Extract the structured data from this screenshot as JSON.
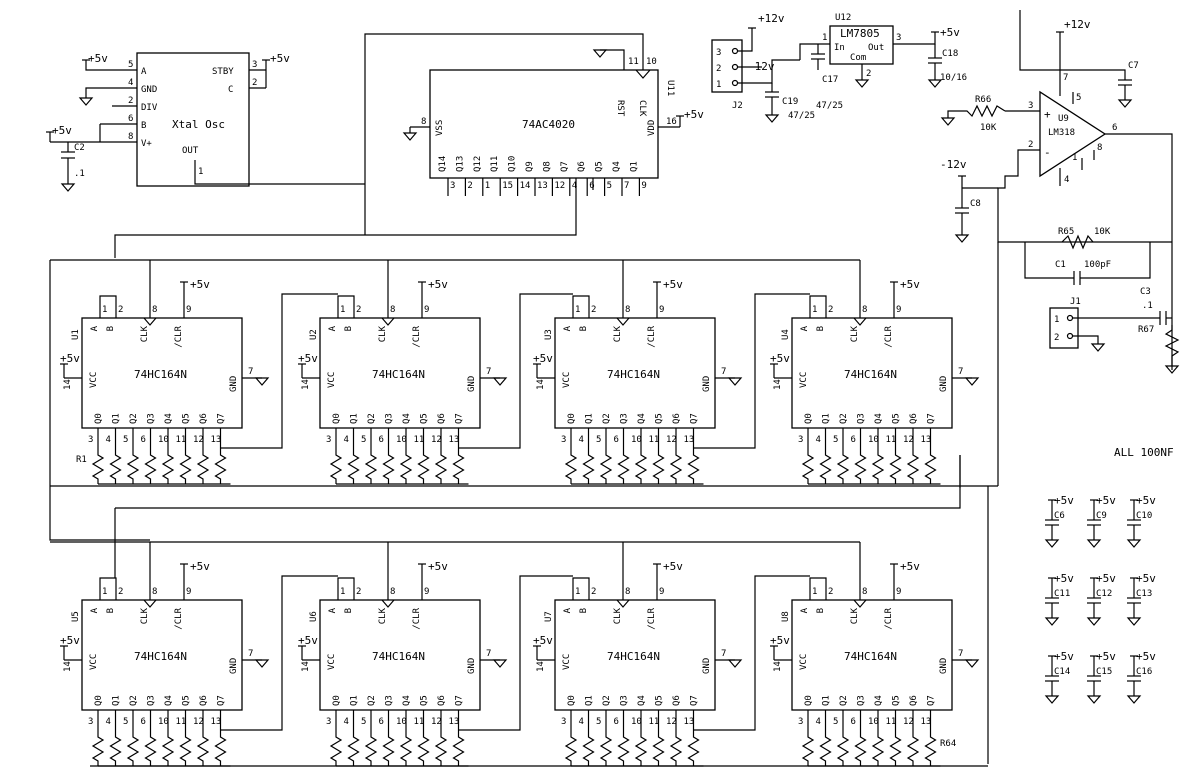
{
  "schematic": {
    "power_labels": {
      "p5": "+5v",
      "p12": "+12v",
      "m12": "-12v"
    },
    "oscillator": {
      "name": "Xtal Osc",
      "pins_left": [
        {
          "num": "5",
          "name": "A"
        },
        {
          "num": "4",
          "name": "GND"
        },
        {
          "num": "2",
          "name": "DIV"
        },
        {
          "num": "6",
          "name": "B"
        },
        {
          "num": "8",
          "name": "V+"
        }
      ],
      "pins_right": [
        {
          "num": "3",
          "name": "STBY"
        },
        {
          "num": "2",
          "name": "C"
        }
      ],
      "out_pin": {
        "num": "1",
        "name": "OUT"
      }
    },
    "counter": {
      "ref": "U11",
      "part": "74AC4020",
      "vss": {
        "num": "8",
        "name": "VSS"
      },
      "vdd": {
        "num": "16",
        "name": "VDD"
      },
      "rst": {
        "num": "11",
        "name": "RST"
      },
      "clk": {
        "num": "10",
        "name": "CLK"
      },
      "outputs": [
        {
          "name": "Q14",
          "num": "3"
        },
        {
          "name": "Q13",
          "num": "2"
        },
        {
          "name": "Q12",
          "num": "1"
        },
        {
          "name": "Q11",
          "num": "15"
        },
        {
          "name": "Q10",
          "num": "14"
        },
        {
          "name": "Q9",
          "num": "13"
        },
        {
          "name": "Q8",
          "num": "12"
        },
        {
          "name": "Q7",
          "num": "4"
        },
        {
          "name": "Q6",
          "num": "6"
        },
        {
          "name": "Q5",
          "num": "5"
        },
        {
          "name": "Q4",
          "num": "7"
        },
        {
          "name": "Q1",
          "num": "9"
        }
      ]
    },
    "shift_registers": {
      "part": "74HC164N",
      "refs": [
        "U1",
        "U2",
        "U3",
        "U4",
        "U5",
        "U6",
        "U7",
        "U8"
      ],
      "top_pins": [
        {
          "num": "1",
          "name": "A"
        },
        {
          "num": "2",
          "name": "B"
        },
        {
          "num": "8",
          "name": "CLK"
        },
        {
          "num": "9",
          "name": "/CLR"
        }
      ],
      "vcc": {
        "num": "14",
        "name": "VCC"
      },
      "gnd": {
        "num": "7",
        "name": "GND"
      },
      "outputs": [
        {
          "name": "Q0",
          "num": "3"
        },
        {
          "name": "Q1",
          "num": "4"
        },
        {
          "name": "Q2",
          "num": "5"
        },
        {
          "name": "Q3",
          "num": "6"
        },
        {
          "name": "Q4",
          "num": "10"
        },
        {
          "name": "Q5",
          "num": "11"
        },
        {
          "name": "Q6",
          "num": "12"
        },
        {
          "name": "Q7",
          "num": "13"
        }
      ]
    },
    "regulator": {
      "ref": "U12",
      "part": "LM7805",
      "in": "In",
      "out": "Out",
      "com": "Com",
      "pin_in": "1",
      "pin_out": "3",
      "pin_com": "2"
    },
    "opamp": {
      "ref": "U9",
      "part": "LM318",
      "pins": [
        "3",
        "2",
        "6",
        "7",
        "5",
        "1",
        "8",
        "4"
      ],
      "plus": "+",
      "minus": "-"
    },
    "connectors": {
      "j2": {
        "ref": "J2",
        "pins": [
          "3",
          "2",
          "1"
        ]
      },
      "j1": {
        "ref": "J1",
        "pins": [
          "1",
          "2"
        ]
      }
    },
    "labels": {
      "r1": "R1",
      "r64": "R64",
      "r65": "R65",
      "r65_val": "10K",
      "r66": "R66",
      "r66_val": "10K",
      "r67": "R67",
      "c1": "C1",
      "c1_val": "100pF",
      "c2": "C2",
      "c2_val": ".1",
      "c3": "C3",
      "c3_val": ".1",
      "c7": "C7",
      "c8": "C8",
      "c17": "C17",
      "c18": "C18",
      "c18_val": "10/16",
      "c19": "C19",
      "c19_val": "47/25",
      "c17_val": "47/25",
      "all_note": "ALL 100NF"
    },
    "decoupling_caps": [
      "C6",
      "C9",
      "C10",
      "C11",
      "C12",
      "C13",
      "C14",
      "C15",
      "C16"
    ]
  }
}
